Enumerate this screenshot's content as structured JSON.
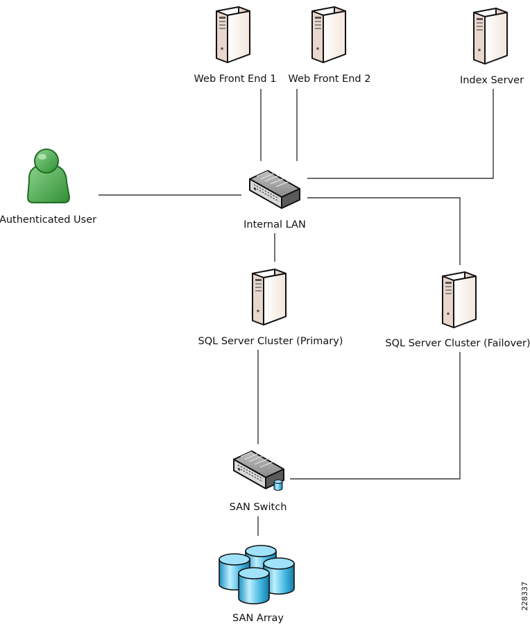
{
  "nodes": {
    "web_front_end_1": {
      "label": "Web Front End 1",
      "icon": "server-icon"
    },
    "web_front_end_2": {
      "label": "Web Front End 2",
      "icon": "server-icon"
    },
    "index_server": {
      "label": "Index Server",
      "icon": "server-icon"
    },
    "authenticated_user": {
      "label": "Authenticated User",
      "icon": "user-icon"
    },
    "internal_lan": {
      "label": "Internal LAN",
      "icon": "network-switch-icon"
    },
    "sql_primary": {
      "label": "SQL Server Cluster (Primary)",
      "icon": "server-icon"
    },
    "sql_failover": {
      "label": "SQL Server Cluster (Failover)",
      "icon": "server-icon"
    },
    "san_switch": {
      "label": "SAN Switch",
      "icon": "san-switch-icon"
    },
    "san_array": {
      "label": "SAN Array",
      "icon": "storage-array-icon"
    }
  },
  "figure_id": "228337",
  "colors": {
    "server_front": "#f6eee6",
    "server_side": "#e3cfc6",
    "user_green": "#4bb04f",
    "storage_blue": "#3fb6df",
    "switch_gray": "#6f6f6f"
  }
}
